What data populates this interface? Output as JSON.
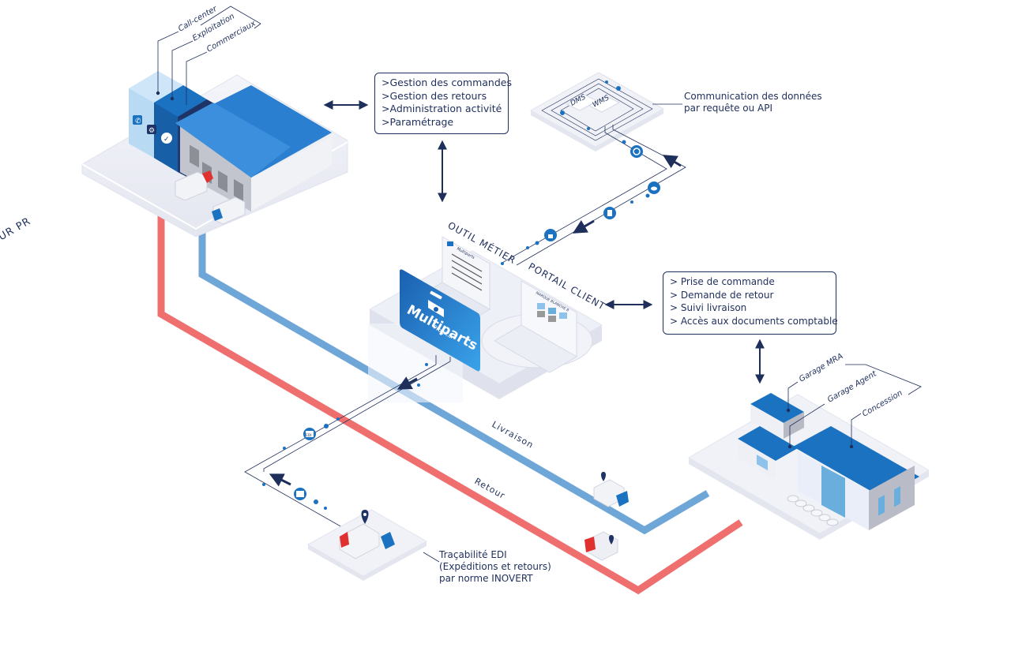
{
  "distributor": {
    "building_label": "DISTRIBUTEUR PR",
    "departments": [
      "Call-center",
      "Exploitation",
      "Commerciaux"
    ],
    "icons": [
      "phone-icon",
      "gear-icon",
      "chat-check-icon"
    ]
  },
  "distributor_box": {
    "items": [
      "Gestion des commandes",
      "Gestion des retours",
      "Administration activité",
      "Paramétrage"
    ],
    "bullet": ">"
  },
  "api": {
    "systems": [
      "DMS",
      "WMS"
    ],
    "label_lines": [
      "Communication des données",
      "par requête ou API"
    ],
    "flow_icons": [
      "sync-icon",
      "cloud-icon",
      "document-icon",
      "lock-icon"
    ]
  },
  "hub": {
    "brand": "Multiparts",
    "brand_sub": "Progicar",
    "tool_label": "OUTIL MÉTIER",
    "portal_label": "PORTAIL CLIENT",
    "tool_screen_title": "Multiparts",
    "portal_screen_title": "MARQUE BLANCHE B"
  },
  "client_box": {
    "items": [
      "Prise de commande",
      "Demande de retour",
      "Suivi livraison",
      "Accès aux documents comptable"
    ],
    "bullet": ">"
  },
  "garages": {
    "labels": [
      "Garage MRA",
      "Garage Agent",
      "Concession"
    ]
  },
  "routes": {
    "delivery_label": "Livraison",
    "return_label": "Retour",
    "delivery_color": "#6fa6d8",
    "return_color": "#ef6f6f"
  },
  "edi": {
    "icon_label": "EDI",
    "label_lines": [
      "Traçabilité EDI",
      "(Expéditions et retours)",
      "par norme INOVERT"
    ]
  },
  "colors": {
    "navy": "#1f2f5c",
    "primary_blue": "#1b72c0",
    "roof_blue": "#2a7fd0",
    "light_blue": "#cfe3f7",
    "platform": "#eef0f7"
  }
}
